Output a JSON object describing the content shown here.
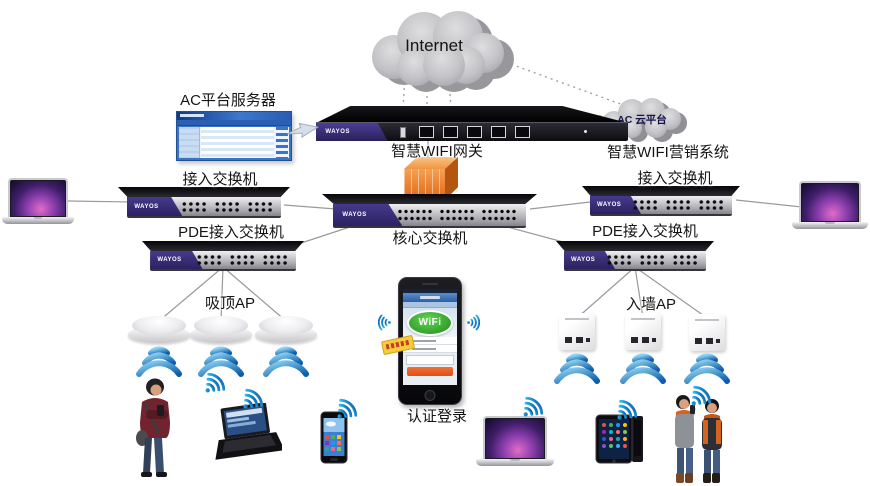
{
  "labels": {
    "internet": "Internet",
    "ac_server": "AC平台服务器",
    "gateway": "智慧WIFI网关",
    "ac_cloud": "AC 云平台",
    "marketing_system": "智慧WIFI营销系统",
    "access_switch_left": "接入交换机",
    "access_switch_right": "接入交换机",
    "core_switch": "核心交换机",
    "pde_switch_left": "PDE接入交换机",
    "pde_switch_right": "PDE接入交换机",
    "ceiling_ap": "吸顶AP",
    "wall_ap": "入墙AP",
    "auth_login": "认证登录"
  },
  "devices": {
    "brand": "WAYOS",
    "phone_wifi_logo": "WiFi"
  },
  "colors": {
    "wifi_arc_blue": "#0b5cab",
    "switch_band_purple": "#342a70",
    "firewall_orange": "#e87a28",
    "wifi_logo_green": "#35b52e",
    "login_button_orange": "#dd4f15",
    "cloud_gray": "#b9b9bd",
    "link_line_gray": "#9a9a9e"
  }
}
